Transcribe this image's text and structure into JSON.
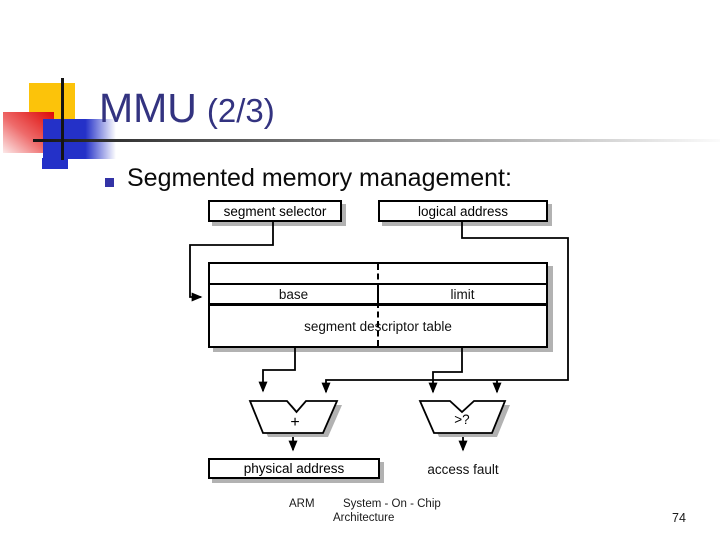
{
  "slide": {
    "title_main": "MMU",
    "title_suffix": "(2/3)",
    "bullet": "Segmented memory management:",
    "footer_left": "ARM",
    "footer_center_line1": "System - On - Chip",
    "footer_center_line2": "Architecture",
    "page_number": "74"
  },
  "diagram": {
    "segment_selector": "segment selector",
    "logical_address": "logical address",
    "base": "base",
    "limit": "limit",
    "descriptor_table": "segment descriptor table",
    "physical_address": "physical address",
    "access_fault": "access fault",
    "adder_label": "+",
    "comparator_label": ">?"
  },
  "colors": {
    "title": "#333380",
    "accent_yellow": "#fcc30a",
    "accent_red": "#dd0806",
    "accent_blue": "#2431c8",
    "bullet": "#3333a6",
    "diagram_shadow": "#b2b2b2"
  }
}
